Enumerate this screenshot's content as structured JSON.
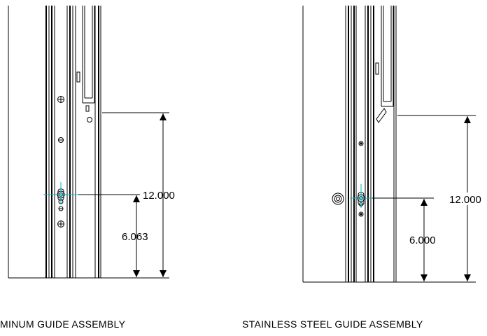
{
  "left_assembly": {
    "caption": "MINUM GUIDE ASSEMBLY",
    "dim_overall": "12.000",
    "dim_center": "6.063"
  },
  "right_assembly": {
    "caption": "STAINLESS STEEL GUIDE ASSEMBLY",
    "dim_overall": "12.000",
    "dim_center": "6.000"
  },
  "colors": {
    "line": "#000000",
    "centerline": "#00b7c7"
  }
}
